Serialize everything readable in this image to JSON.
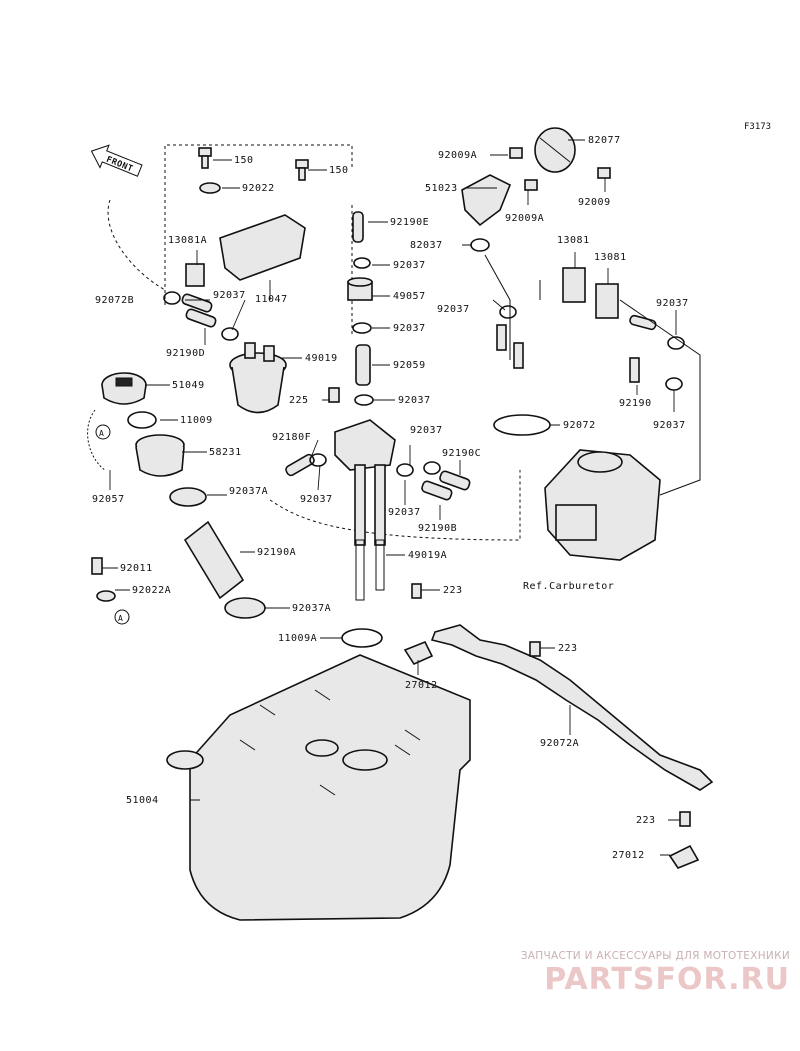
{
  "diagram": {
    "code": "F3173",
    "front_label": "FRONT",
    "ref_carburetor": "Ref.Carburetor",
    "callout_ref": "A",
    "labels": {
      "p150a": "150",
      "p150b": "150",
      "p92022": "92022",
      "p92190E": "92190E",
      "p13081A": "13081A",
      "p92072B": "92072B",
      "p92037a": "92037",
      "p11047": "11047",
      "p92190D": "92190D",
      "p49019": "49019",
      "p51049": "51049",
      "p11009": "11009",
      "p58231": "58231",
      "p92057": "92057",
      "p92037A1": "92037A",
      "p92190A": "92190A",
      "p92011": "92011",
      "p92022A": "92022A",
      "p92037A2": "92037A",
      "p11009A": "11009A",
      "p51004": "51004",
      "p92037b": "92037",
      "p49057": "49057",
      "p92037c": "92037",
      "p92059": "92059",
      "p225": "225",
      "p92037d": "92037",
      "p92180F": "92180F",
      "p92037e": "92037",
      "p92037f": "92037",
      "p92037g": "92037",
      "p92190C": "92190C",
      "p92190B": "92190B",
      "p49019A": "49019A",
      "p223a": "223",
      "p27012a": "27012",
      "p92009A1": "92009A",
      "p82077": "82077",
      "p51023": "51023",
      "p92009A2": "92009A",
      "p92009": "92009",
      "p82037": "82037",
      "p92037h": "92037",
      "p13081a": "13081",
      "p13081b": "13081",
      "p92037i": "92037",
      "p92190": "92190",
      "p92037j": "92037",
      "p92072": "92072",
      "p223b": "223",
      "p92072A": "92072A",
      "p223c": "223",
      "p27012b": "27012"
    }
  },
  "watermark": {
    "tagline": "ЗАПЧАСТИ И АКСЕССУАРЫ ДЛЯ МОТОТЕХНИКИ",
    "brand": "PARTSFOR.RU"
  }
}
